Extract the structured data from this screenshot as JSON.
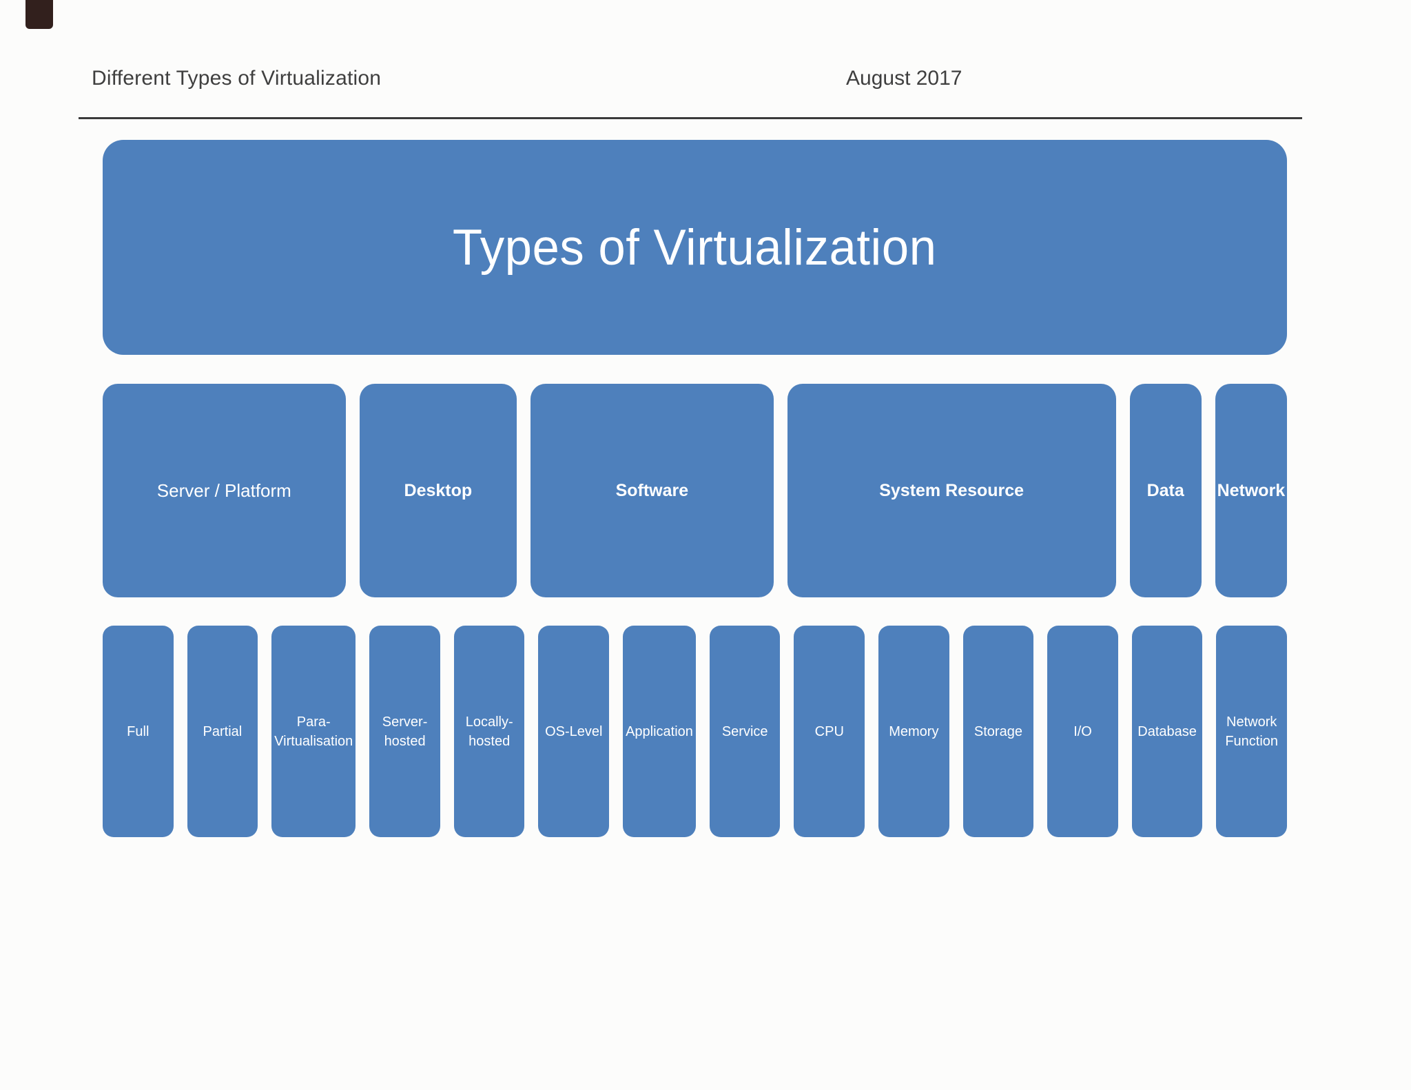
{
  "theme": {
    "accent": "#4e80bc",
    "rule_color": "#3a3a3a",
    "header_text_color": "#3f3f3f",
    "page_background": "#fcfcfb",
    "box_text_color": "#ffffff"
  },
  "header": {
    "document_title": "Different Types of Virtualization",
    "date": "August 2017"
  },
  "diagram": {
    "root_label": "Types of Virtualization",
    "categories": [
      {
        "label": "Server / Platform"
      },
      {
        "label": "Desktop"
      },
      {
        "label": "Software"
      },
      {
        "label": "System Resource"
      },
      {
        "label": "Data"
      },
      {
        "label": "Network"
      }
    ],
    "leaves": [
      {
        "label": "Full"
      },
      {
        "label": "Partial"
      },
      {
        "label": "Para-\nVirtualisation"
      },
      {
        "label": "Server-hosted"
      },
      {
        "label": "Locally-\nhosted"
      },
      {
        "label": "OS-Level"
      },
      {
        "label": "Application"
      },
      {
        "label": "Service"
      },
      {
        "label": "CPU"
      },
      {
        "label": "Memory"
      },
      {
        "label": "Storage"
      },
      {
        "label": "I/O"
      },
      {
        "label": "Database"
      },
      {
        "label": "Network\nFunction"
      }
    ]
  }
}
